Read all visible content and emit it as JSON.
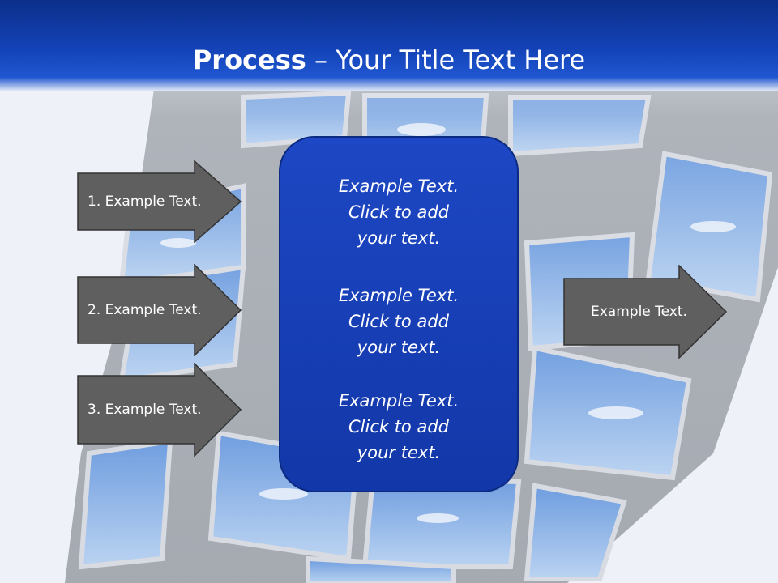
{
  "header": {
    "title_bold": "Process",
    "title_rest": " – Your Title Text Here"
  },
  "left_arrows": [
    {
      "label": "1. Example Text."
    },
    {
      "label": "2. Example Text."
    },
    {
      "label": "3. Example Text."
    }
  ],
  "center_box": {
    "items": [
      {
        "line1": "Example Text.",
        "line2": "Click  to add",
        "line3": "your text."
      },
      {
        "line1": "Example Text.",
        "line2": "Click  to add",
        "line3": "your text."
      },
      {
        "line1": "Example Text.",
        "line2": "Click  to add",
        "line3": "your text."
      }
    ]
  },
  "right_arrow": {
    "label": "Example Text."
  },
  "colors": {
    "header": "#1443b8",
    "box": "#1a40b8",
    "arrow": "#5f5f5f",
    "arrow_border": "#333333"
  }
}
